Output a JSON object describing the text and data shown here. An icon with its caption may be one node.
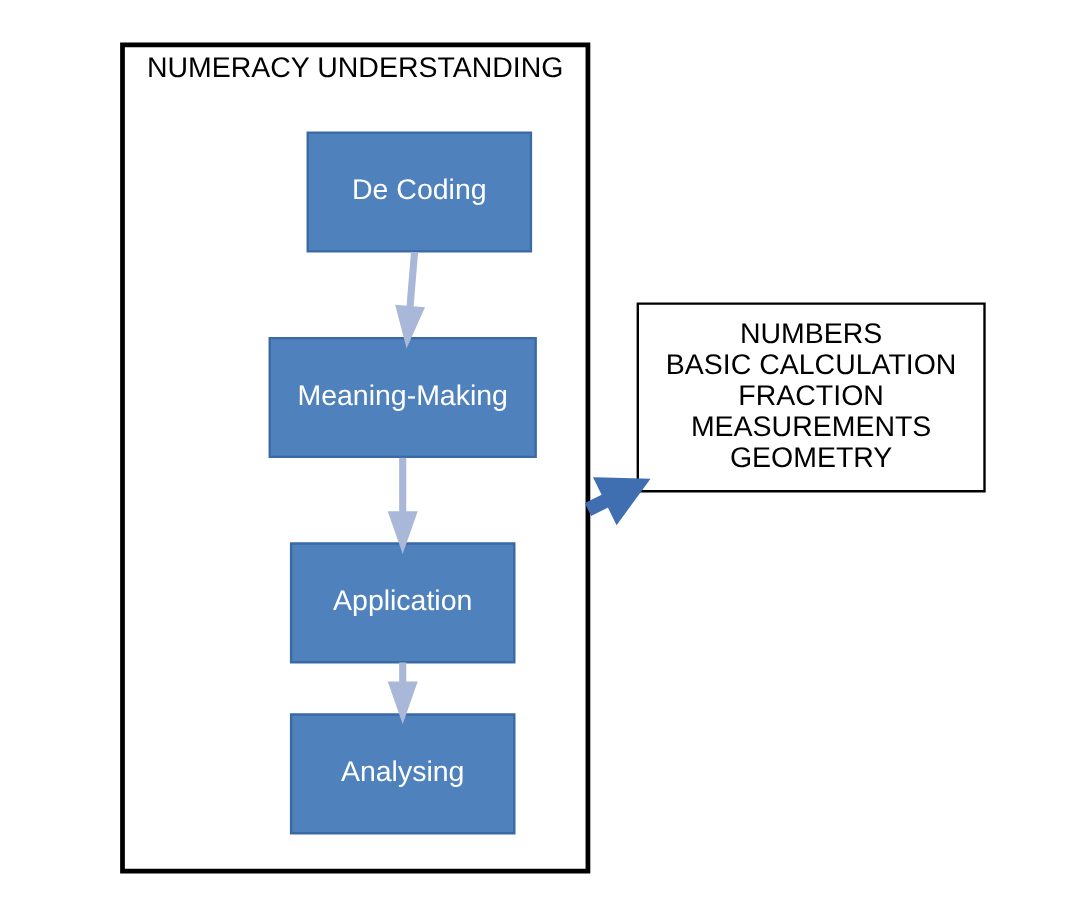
{
  "diagram": {
    "nodes": [
      {
        "text": [
          "NUMERACY UNDERSTANDING"
        ]
      },
      {
        "text": [
          "De Coding"
        ],
        "in": 0
      },
      {
        "text": [
          "Meaning-Making"
        ],
        "in": 0
      },
      {
        "text": [
          "Application"
        ],
        "in": 0
      },
      {
        "text": [
          "Analysing"
        ],
        "in": 0
      },
      {
        "text": [
          "NUMBERS",
          "BASIC CALCULATION",
          "FRACTION",
          "MEASUREMENTS",
          "GEOMETRY"
        ]
      }
    ],
    "edges": [
      {
        "from": 1,
        "to": 2,
        "arrow": "to"
      },
      {
        "from": 2,
        "to": 3,
        "arrow": "to"
      },
      {
        "from": 3,
        "to": 4,
        "arrow": "to"
      },
      {
        "from": 0,
        "to": 5,
        "arrow": "to",
        "style": "thick",
        "color": "#3f6fb0"
      }
    ]
  }
}
